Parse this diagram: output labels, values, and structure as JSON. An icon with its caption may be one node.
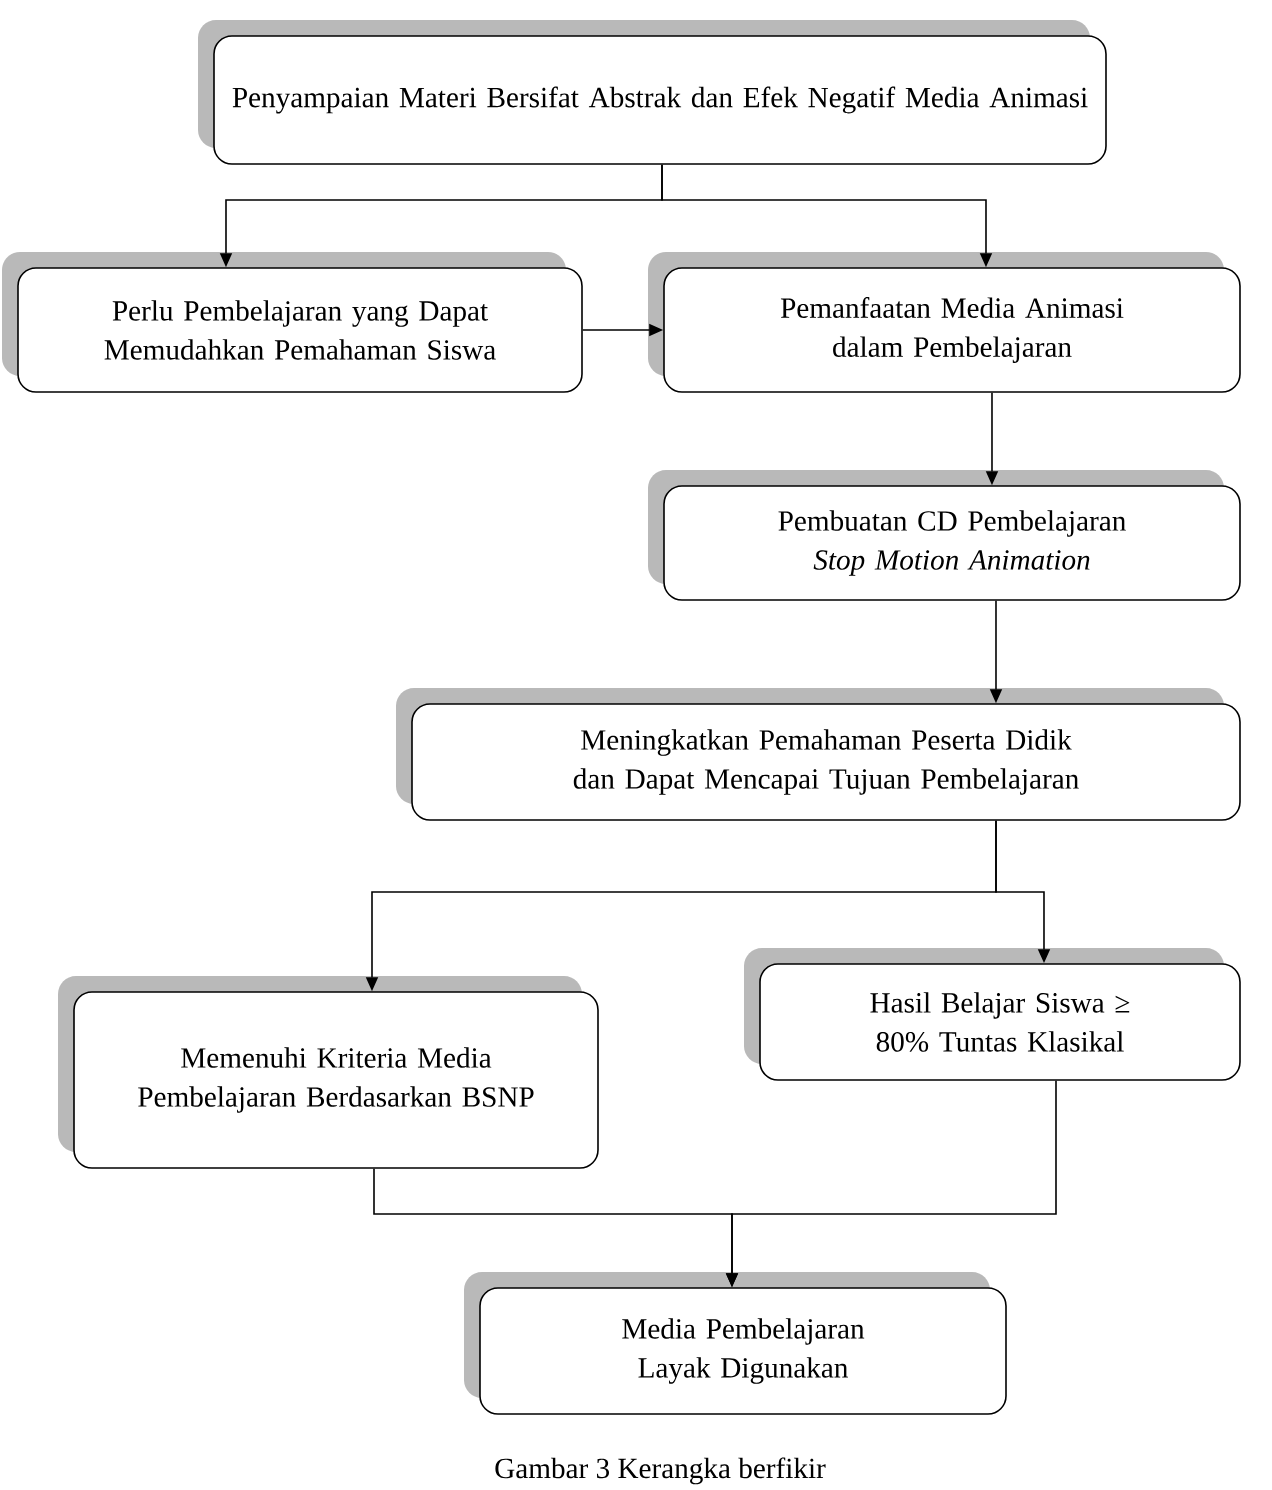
{
  "diagram": {
    "caption": "Gambar 3 Kerangka berfikir",
    "nodes": [
      {
        "text": [
          "Penyampaian Materi Bersifat Abstrak dan Efek Negatif Media Animasi"
        ]
      },
      {
        "text": [
          "Perlu Pembelajaran yang Dapat Memudahkan Pemahaman Siswa"
        ]
      },
      {
        "text": [
          "Pemanfaatan Media Animasi dalam Pembelajaran"
        ]
      },
      {
        "text": [
          "Pembuatan CD Pembelajaran *Stop Motion Animation*"
        ]
      },
      {
        "text": [
          "Meningkatkan Pemahaman Peserta Didik dan Dapat Mencapai Tujuan Pembelajaran"
        ]
      },
      {
        "text": [
          "Memenuhi Kriteria Media Pembelajaran Berdasarkan BSNP"
        ]
      },
      {
        "text": [
          "Hasil Belajar Siswa ≥ 80% Tuntas Klasikal"
        ]
      },
      {
        "text": [
          "Media Pembelajaran Layak Digunakan"
        ]
      }
    ],
    "edges": [
      {
        "from": 0,
        "to": 1,
        "arrow": "to"
      },
      {
        "from": 0,
        "to": 2,
        "arrow": "to"
      },
      {
        "from": 1,
        "to": 2,
        "arrow": "to"
      },
      {
        "from": 2,
        "to": 3,
        "arrow": "to"
      },
      {
        "from": 3,
        "to": 4,
        "arrow": "to"
      },
      {
        "from": 4,
        "to": 5,
        "arrow": "to"
      },
      {
        "from": 4,
        "to": 6,
        "arrow": "to"
      },
      {
        "from": 5,
        "to": 7,
        "arrow": "to"
      },
      {
        "from": 6,
        "to": 7,
        "arrow": "to"
      }
    ]
  }
}
